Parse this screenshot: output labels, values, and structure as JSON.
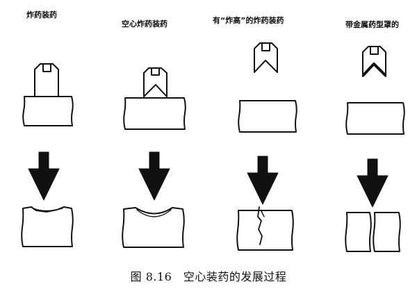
{
  "columns": [
    {
      "label": "炸药装药"
    },
    {
      "label": "空心炸药装药"
    },
    {
      "label": "有“炸高”的炸药装药"
    },
    {
      "label": "带金属药型罩的"
    }
  ],
  "caption": "图 8.16　空心装药的发展过程",
  "colors": {
    "ink": "#111111",
    "background": "#ffffff"
  }
}
